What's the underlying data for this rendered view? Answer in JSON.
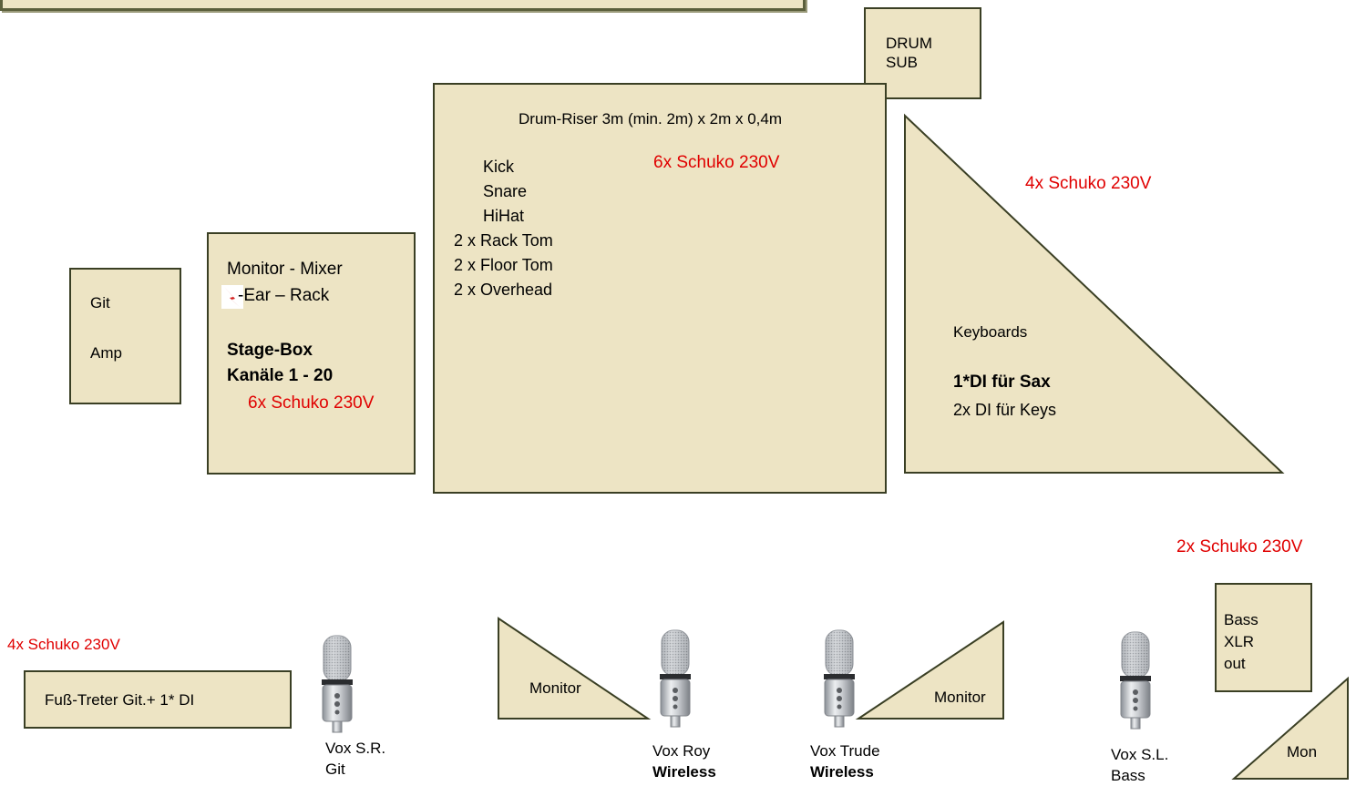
{
  "drum_sub": {
    "line1": "DRUM",
    "line2": "SUB"
  },
  "drum_riser": {
    "title": "Drum-Riser 3m  (min. 2m) x 2m x 0,4m",
    "power": "6x Schuko 230V",
    "items": [
      "Kick",
      "Snare",
      "HiHat",
      "2 x Rack Tom",
      "2 x Floor Tom",
      "2 x Overhead"
    ]
  },
  "keyboards": {
    "power": "4x Schuko 230V",
    "label": "Keyboards",
    "di_sax": "1*DI für Sax",
    "di_keys": "2x DI für Keys"
  },
  "git_amp": {
    "line1": "Git",
    "line2": "Amp"
  },
  "monitor_mixer": {
    "line1": "Monitor - Mixer",
    "line2": "-Ear – Rack",
    "stage_box": "Stage-Box",
    "channels": "Kanäle 1 - 20",
    "power": "6x Schuko 230V"
  },
  "bass_power": "2x Schuko 230V",
  "front_left_power": "4x  Schuko 230V",
  "fusstreter": "Fuß-Treter Git.+   1* DI",
  "monitor_left": "Monitor",
  "monitor_right": "Monitor",
  "bass_xlr": {
    "line1": "Bass",
    "line2": "XLR",
    "line3": "out"
  },
  "mon_corner": "Mon",
  "vox_sr": {
    "line1": "Vox  S.R.",
    "line2": "Git"
  },
  "vox_roy": {
    "line1": "Vox Roy",
    "line2": "Wireless"
  },
  "vox_trude": {
    "line1": "Vox Trude",
    "line2": "Wireless"
  },
  "vox_sl": {
    "line1": "Vox S.L.",
    "line2": "Bass"
  },
  "colors": {
    "box_fill": "#ede4c4",
    "border": "#3a3f24",
    "power_text": "#e00000"
  }
}
